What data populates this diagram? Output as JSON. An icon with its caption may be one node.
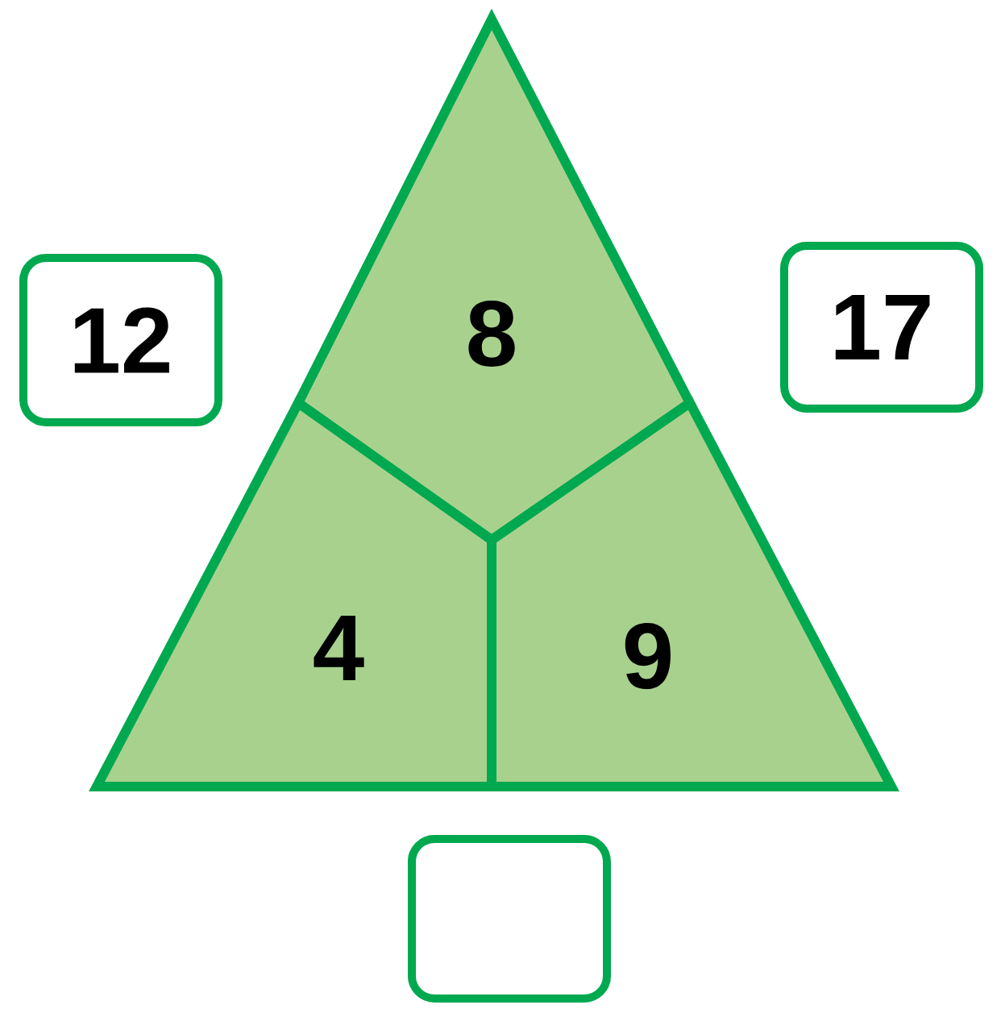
{
  "diagram": {
    "nodes": [
      {
        "text": [
          "12"
        ]
      },
      {
        "text": [
          "8"
        ]
      },
      {
        "text": [
          "17"
        ]
      },
      {
        "text": [
          "4"
        ]
      },
      {
        "text": [
          "9"
        ]
      },
      {
        "text": [],
        "shape": "box"
      }
    ]
  }
}
